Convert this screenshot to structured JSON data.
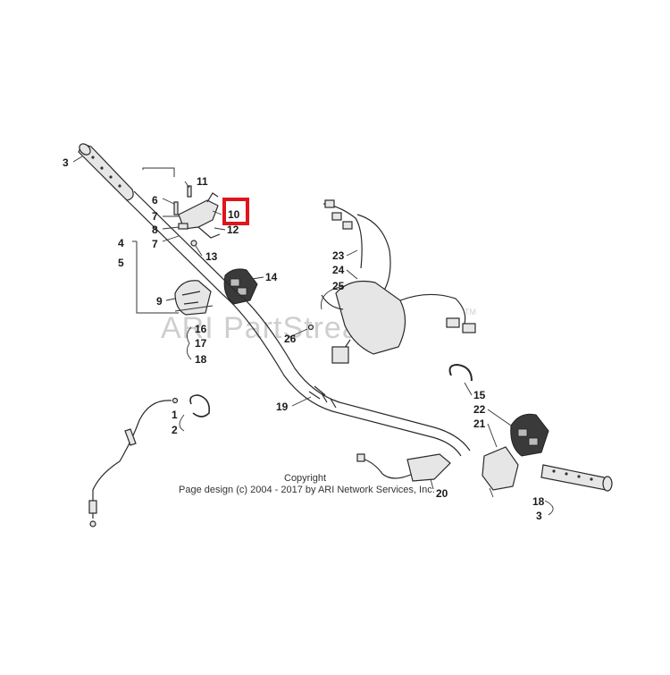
{
  "callouts": {
    "c3a": "3",
    "c11": "11",
    "c6": "6",
    "c7a": "7",
    "c10": "10",
    "c8": "8",
    "c12": "12",
    "c7b": "7",
    "c4": "4",
    "c13": "13",
    "c5": "5",
    "c14": "14",
    "c9": "9",
    "c16": "16",
    "c17": "17",
    "c18a": "18",
    "c23": "23",
    "c24": "24",
    "c25": "25",
    "c26": "26",
    "c19": "19",
    "c15": "15",
    "c22": "22",
    "c21": "21",
    "c1": "1",
    "c2": "2",
    "c20": "20",
    "c18b": "18",
    "c3b": "3"
  },
  "highlight": {
    "part": "10",
    "color": "#e0151b"
  },
  "watermark": "ARI PartStream",
  "watermark_tm": "TM",
  "copyright": {
    "line1": "Copyright",
    "line2": "Page design (c) 2004 - 2017 by ARI Network Services, Inc."
  }
}
